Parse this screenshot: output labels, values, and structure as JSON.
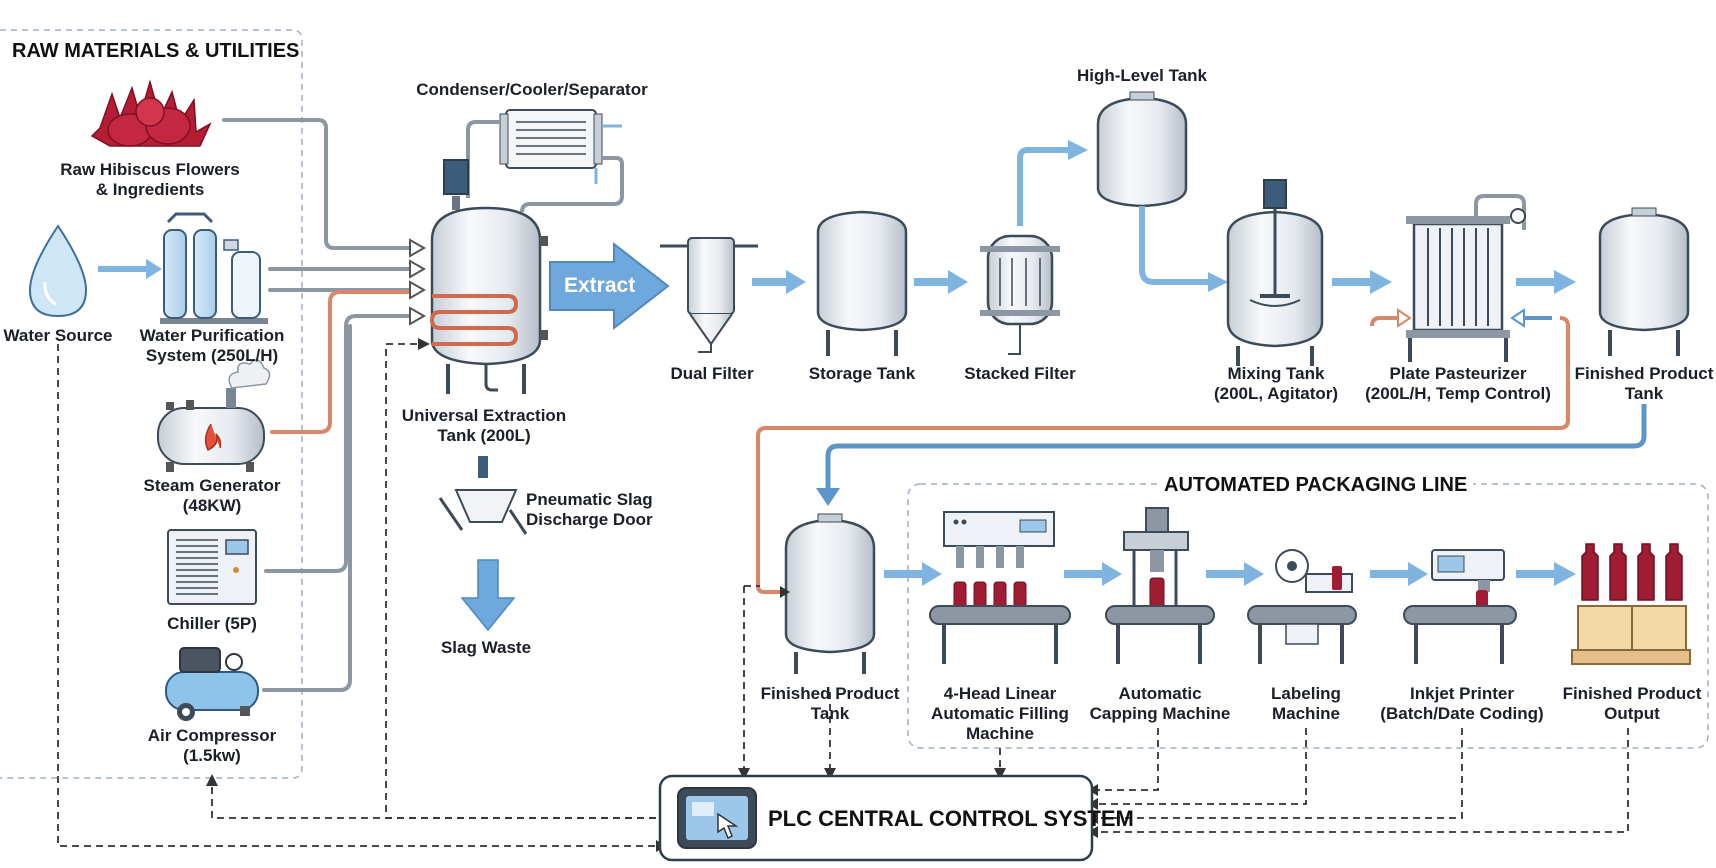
{
  "sections": {
    "raw_materials": "RAW MATERIALS & UTILITIES",
    "packaging_line": "AUTOMATED PACKAGING LINE"
  },
  "raw": {
    "hibiscus": [
      "Raw Hibiscus Flowers",
      "& Ingredients"
    ],
    "water_source": "Water Source",
    "water_purification": [
      "Water Purification",
      "System (250L/H)"
    ],
    "steam_generator": [
      "Steam Generator",
      "(48KW)"
    ],
    "chiller": "Chiller (5P)",
    "air_compressor": [
      "Air Compressor",
      "(1.5kw)"
    ]
  },
  "process": {
    "condenser": "Condenser/Cooler/Separator",
    "extraction_tank": [
      "Universal Extraction",
      "Tank (200L)"
    ],
    "extract_arrow": "Extract",
    "slag_door": [
      "Pneumatic Slag",
      "Discharge Door"
    ],
    "slag_waste": "Slag Waste",
    "dual_filter": "Dual Filter",
    "storage_tank": "Storage Tank",
    "stacked_filter": "Stacked Filter",
    "high_level_tank": "High-Level Tank",
    "mixing_tank": [
      "Mixing Tank",
      "(200L, Agitator)"
    ],
    "plate_pasteurizer": [
      "Plate Pasteurizer",
      "(200L/H, Temp Control)"
    ],
    "finished_tank_top": [
      "Finished Product",
      "Tank"
    ]
  },
  "packaging": {
    "finished_tank": [
      "Finished Product",
      "Tank"
    ],
    "filling_machine": [
      "4-Head Linear",
      "Automatic Filling",
      "Machine"
    ],
    "capping_machine": [
      "Automatic",
      "Capping Machine"
    ],
    "labeling_machine": [
      "Labeling",
      "Machine"
    ],
    "inkjet_printer": [
      "Inkjet Printer",
      "(Batch/Date Coding)"
    ],
    "output": [
      "Finished Product",
      "Output"
    ]
  },
  "control": {
    "plc": "PLC CENTRAL CONTROL SYSTEM"
  },
  "colors": {
    "pipe_blue": "#5b95c9",
    "pipe_gray": "#8c97a3",
    "pipe_steam": "#d9876a",
    "arrow_blue": "#7fb3e0",
    "control_line": "#333333",
    "juice_red": "#a01c32"
  },
  "icons": {
    "hibiscus": "hibiscus-flowers-icon",
    "water": "water-drop-icon",
    "plc": "touch-panel-icon"
  }
}
